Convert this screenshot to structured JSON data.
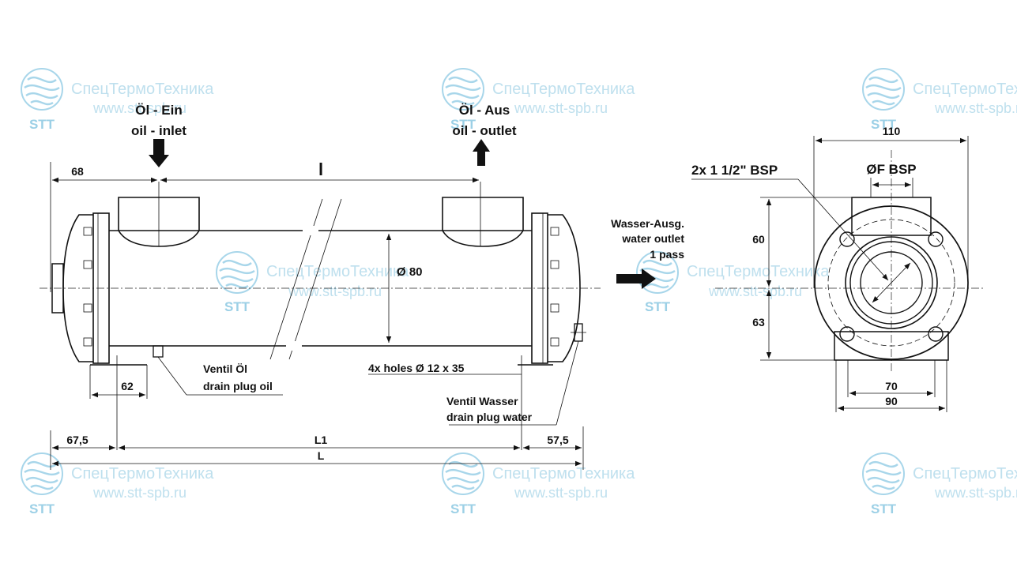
{
  "watermark": {
    "brand": "СпецТермоТехника",
    "url": "www.stt-spb.ru",
    "abbr": "STT",
    "color": "#9cd0e6"
  },
  "labels": {
    "oil_in_de": "Öl - Ein",
    "oil_in_en": "oil - inlet",
    "oil_out_de": "Öl - Aus",
    "oil_out_en": "oil - outlet",
    "water_out_de": "Wasser-Ausg.",
    "water_out_en": "water outlet",
    "passes": "1 pass",
    "drain_oil_de": "Ventil Öl",
    "drain_oil_en": "drain plug oil",
    "drain_water_de": "Ventil Wasser",
    "drain_water_en": "drain plug water",
    "holes": "4x holes Ø 12 x 35",
    "bsp_side": "2x 1 1/2\" BSP",
    "bsp_flange": "ØF BSP"
  },
  "dimensions": {
    "d68": "68",
    "l_small": "l",
    "dia80": "Ø 80",
    "d62": "62",
    "d67_5": "67,5",
    "L1": "L1",
    "d57_5": "57,5",
    "L": "L",
    "d110": "110",
    "d60": "60",
    "d63": "63",
    "d70": "70",
    "d90": "90"
  }
}
